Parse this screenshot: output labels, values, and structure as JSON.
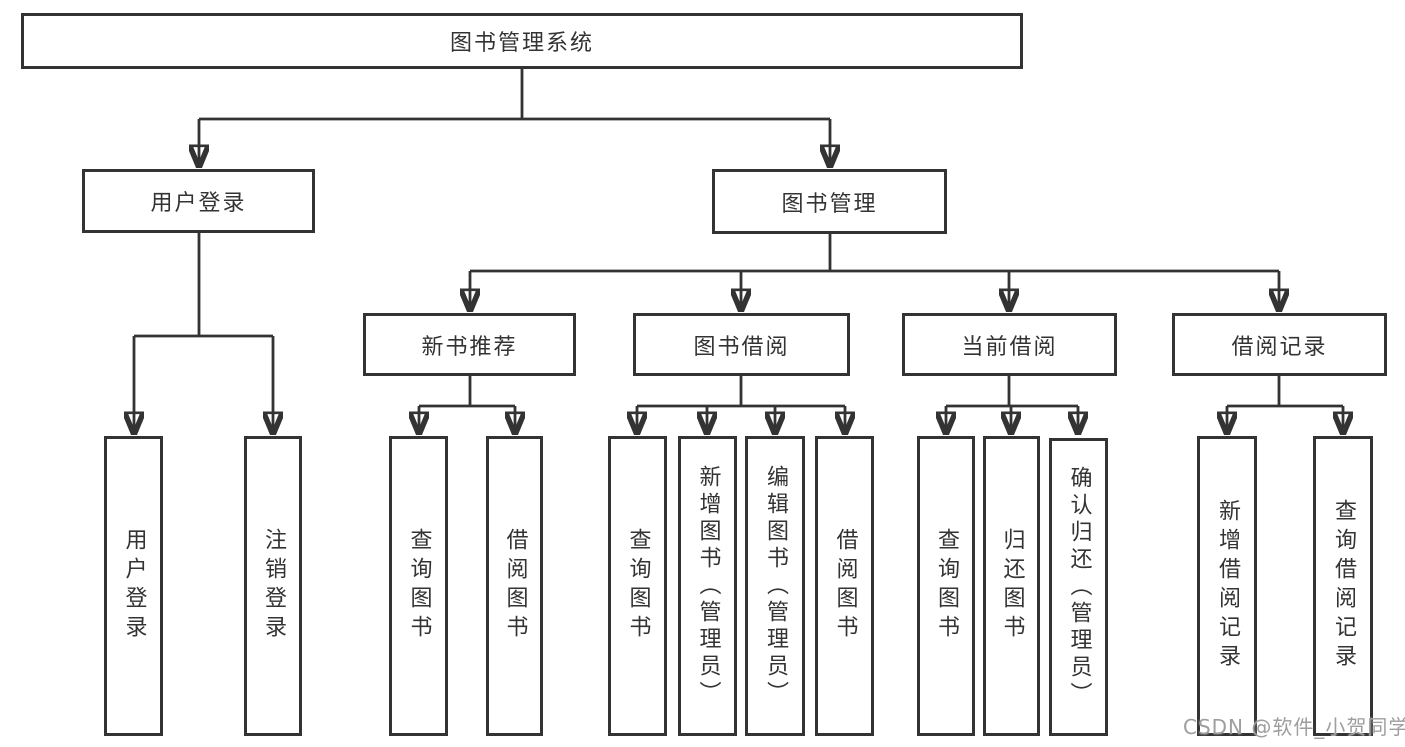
{
  "diagram_type": "hierarchy-tree",
  "nodes": {
    "root": "图书管理系统",
    "login_group": "用户登录",
    "book_mgmt": "图书管理",
    "new_book_rec": "新书推荐",
    "book_borrow": "图书借阅",
    "current_borrow": "当前借阅",
    "borrow_record": "借阅记录",
    "user_login": "用户登录",
    "logout_login": "注销登录",
    "nbr_query_book": "查询图书",
    "nbr_borrow_book": "借阅图书",
    "bb_query_book": "查询图书",
    "bb_add_book_admin": "新增图书（管理员）",
    "bb_edit_book_admin": "编辑图书（管理员）",
    "bb_borrow_book": "借阅图书",
    "cb_query_book": "查询图书",
    "cb_return_book": "归还图书",
    "cb_confirm_return_admin": "确认归还（管理员）",
    "br_add_record": "新增借阅记录",
    "br_query_record": "查询借阅记录"
  },
  "watermark": {
    "text": "CSDN @软件_小贺同学",
    "color": "#9e9e9e"
  },
  "colors": {
    "line": "#333333",
    "background": "#ffffff"
  }
}
